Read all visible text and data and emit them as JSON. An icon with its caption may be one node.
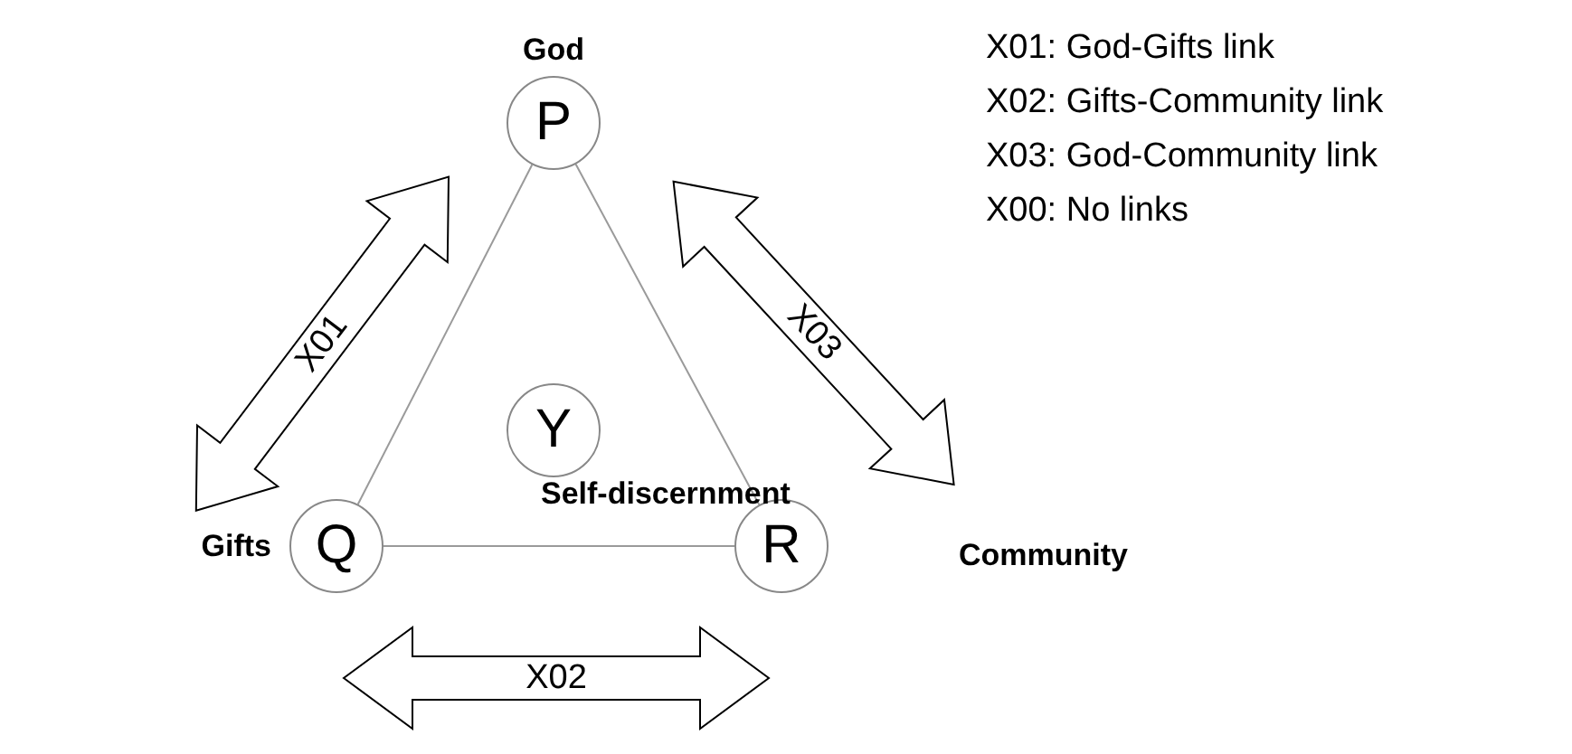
{
  "diagram": {
    "nodes": [
      {
        "text": [
          "God",
          "P"
        ]
      },
      {
        "text": [
          "Gifts",
          "Q"
        ]
      },
      {
        "text": [
          "R",
          "Community"
        ]
      },
      {
        "text": [
          "Y",
          "Self-discernment"
        ]
      }
    ],
    "edges": [
      {
        "from": 0,
        "to": 1,
        "arrow": "none"
      },
      {
        "from": 0,
        "to": 2,
        "arrow": "none"
      },
      {
        "from": 1,
        "to": 2,
        "arrow": "none"
      },
      {
        "from": 1,
        "to": 0,
        "arrow": "both",
        "label": "X01",
        "style": "thick"
      },
      {
        "from": 0,
        "to": 2,
        "arrow": "both",
        "label": "X03",
        "style": "thick"
      },
      {
        "from": 1,
        "to": 2,
        "arrow": "both",
        "label": "X02",
        "style": "thick"
      }
    ],
    "labels": [
      "X01: God-Gifts link",
      "X02: Gifts-Community link",
      "X03: God-Community link",
      "X00: No links"
    ]
  }
}
